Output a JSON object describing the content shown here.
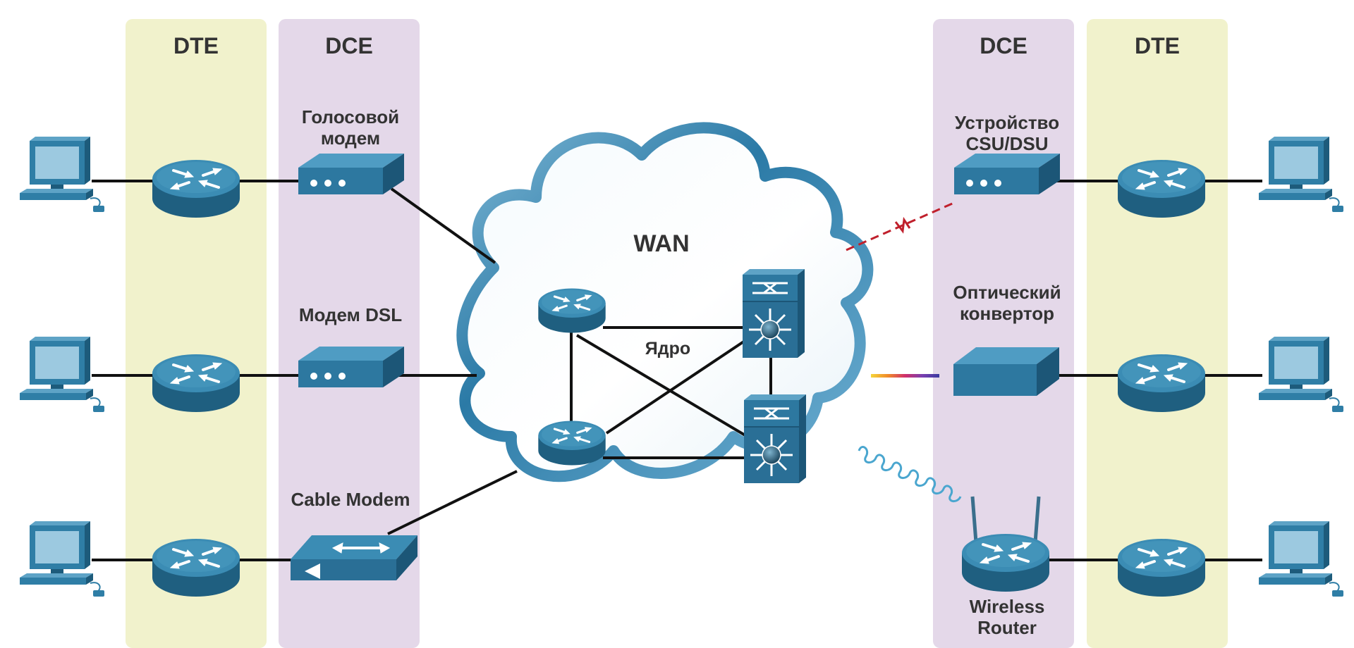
{
  "columns": {
    "left_dte": "DTE",
    "left_dce": "DCE",
    "right_dce": "DCE",
    "right_dte": "DTE"
  },
  "left_devices": {
    "voice_modem": [
      "Голосовой",
      "модем"
    ],
    "dsl_modem": "Модем DSL",
    "cable_modem": "Cable Modem"
  },
  "right_devices": {
    "csu_dsu": [
      "Устройство",
      "CSU/DSU"
    ],
    "optical": [
      "Оптический",
      "конвертор"
    ],
    "wireless": [
      "Wireless",
      "Router"
    ]
  },
  "wan": {
    "title": "WAN",
    "core": "Ядро"
  },
  "colors": {
    "dte_band": "#f1f2cc",
    "dce_band": "#e4d8e9",
    "device_blue": "#2c6f93",
    "cloud_stroke": "#3d88af",
    "csu_link": "#c0202c",
    "wireless_link": "#4aa6cf"
  },
  "icons": [
    "computer-icon",
    "router-icon",
    "modem-icon",
    "cable-modem-icon",
    "multilayer-switch-icon",
    "optical-converter-icon",
    "wireless-router-icon",
    "wan-cloud-icon"
  ]
}
